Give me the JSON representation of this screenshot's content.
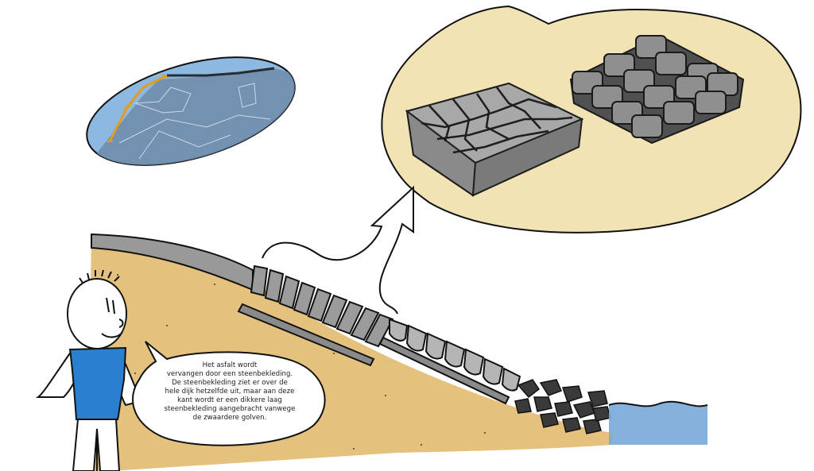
{
  "speech_bubble": {
    "lines": [
      "Het asfalt wordt",
      "vervangen door een steenbekleding.",
      "De steenbekleding ziet er over de",
      "hele dijk hetzelfde uit, maar aan deze",
      "kant wordt er een dikkere laag",
      "steenbekleding aangebracht vanwege",
      "de zwaardere golven."
    ]
  },
  "colors": {
    "sand": "#e4c27e",
    "sky_map": "#8db8e0",
    "zoom_bubble": "#f1e3b4",
    "stone": "#8d8d8d",
    "stone_dark": "#4a4a4a",
    "water": "#7aa9d9",
    "shirt": "#2a7fd0",
    "route": "#e49b22"
  },
  "icons": {
    "character": "stick-figure",
    "map": "coast-map-ellipse",
    "zoom": "stone-block-detail"
  }
}
